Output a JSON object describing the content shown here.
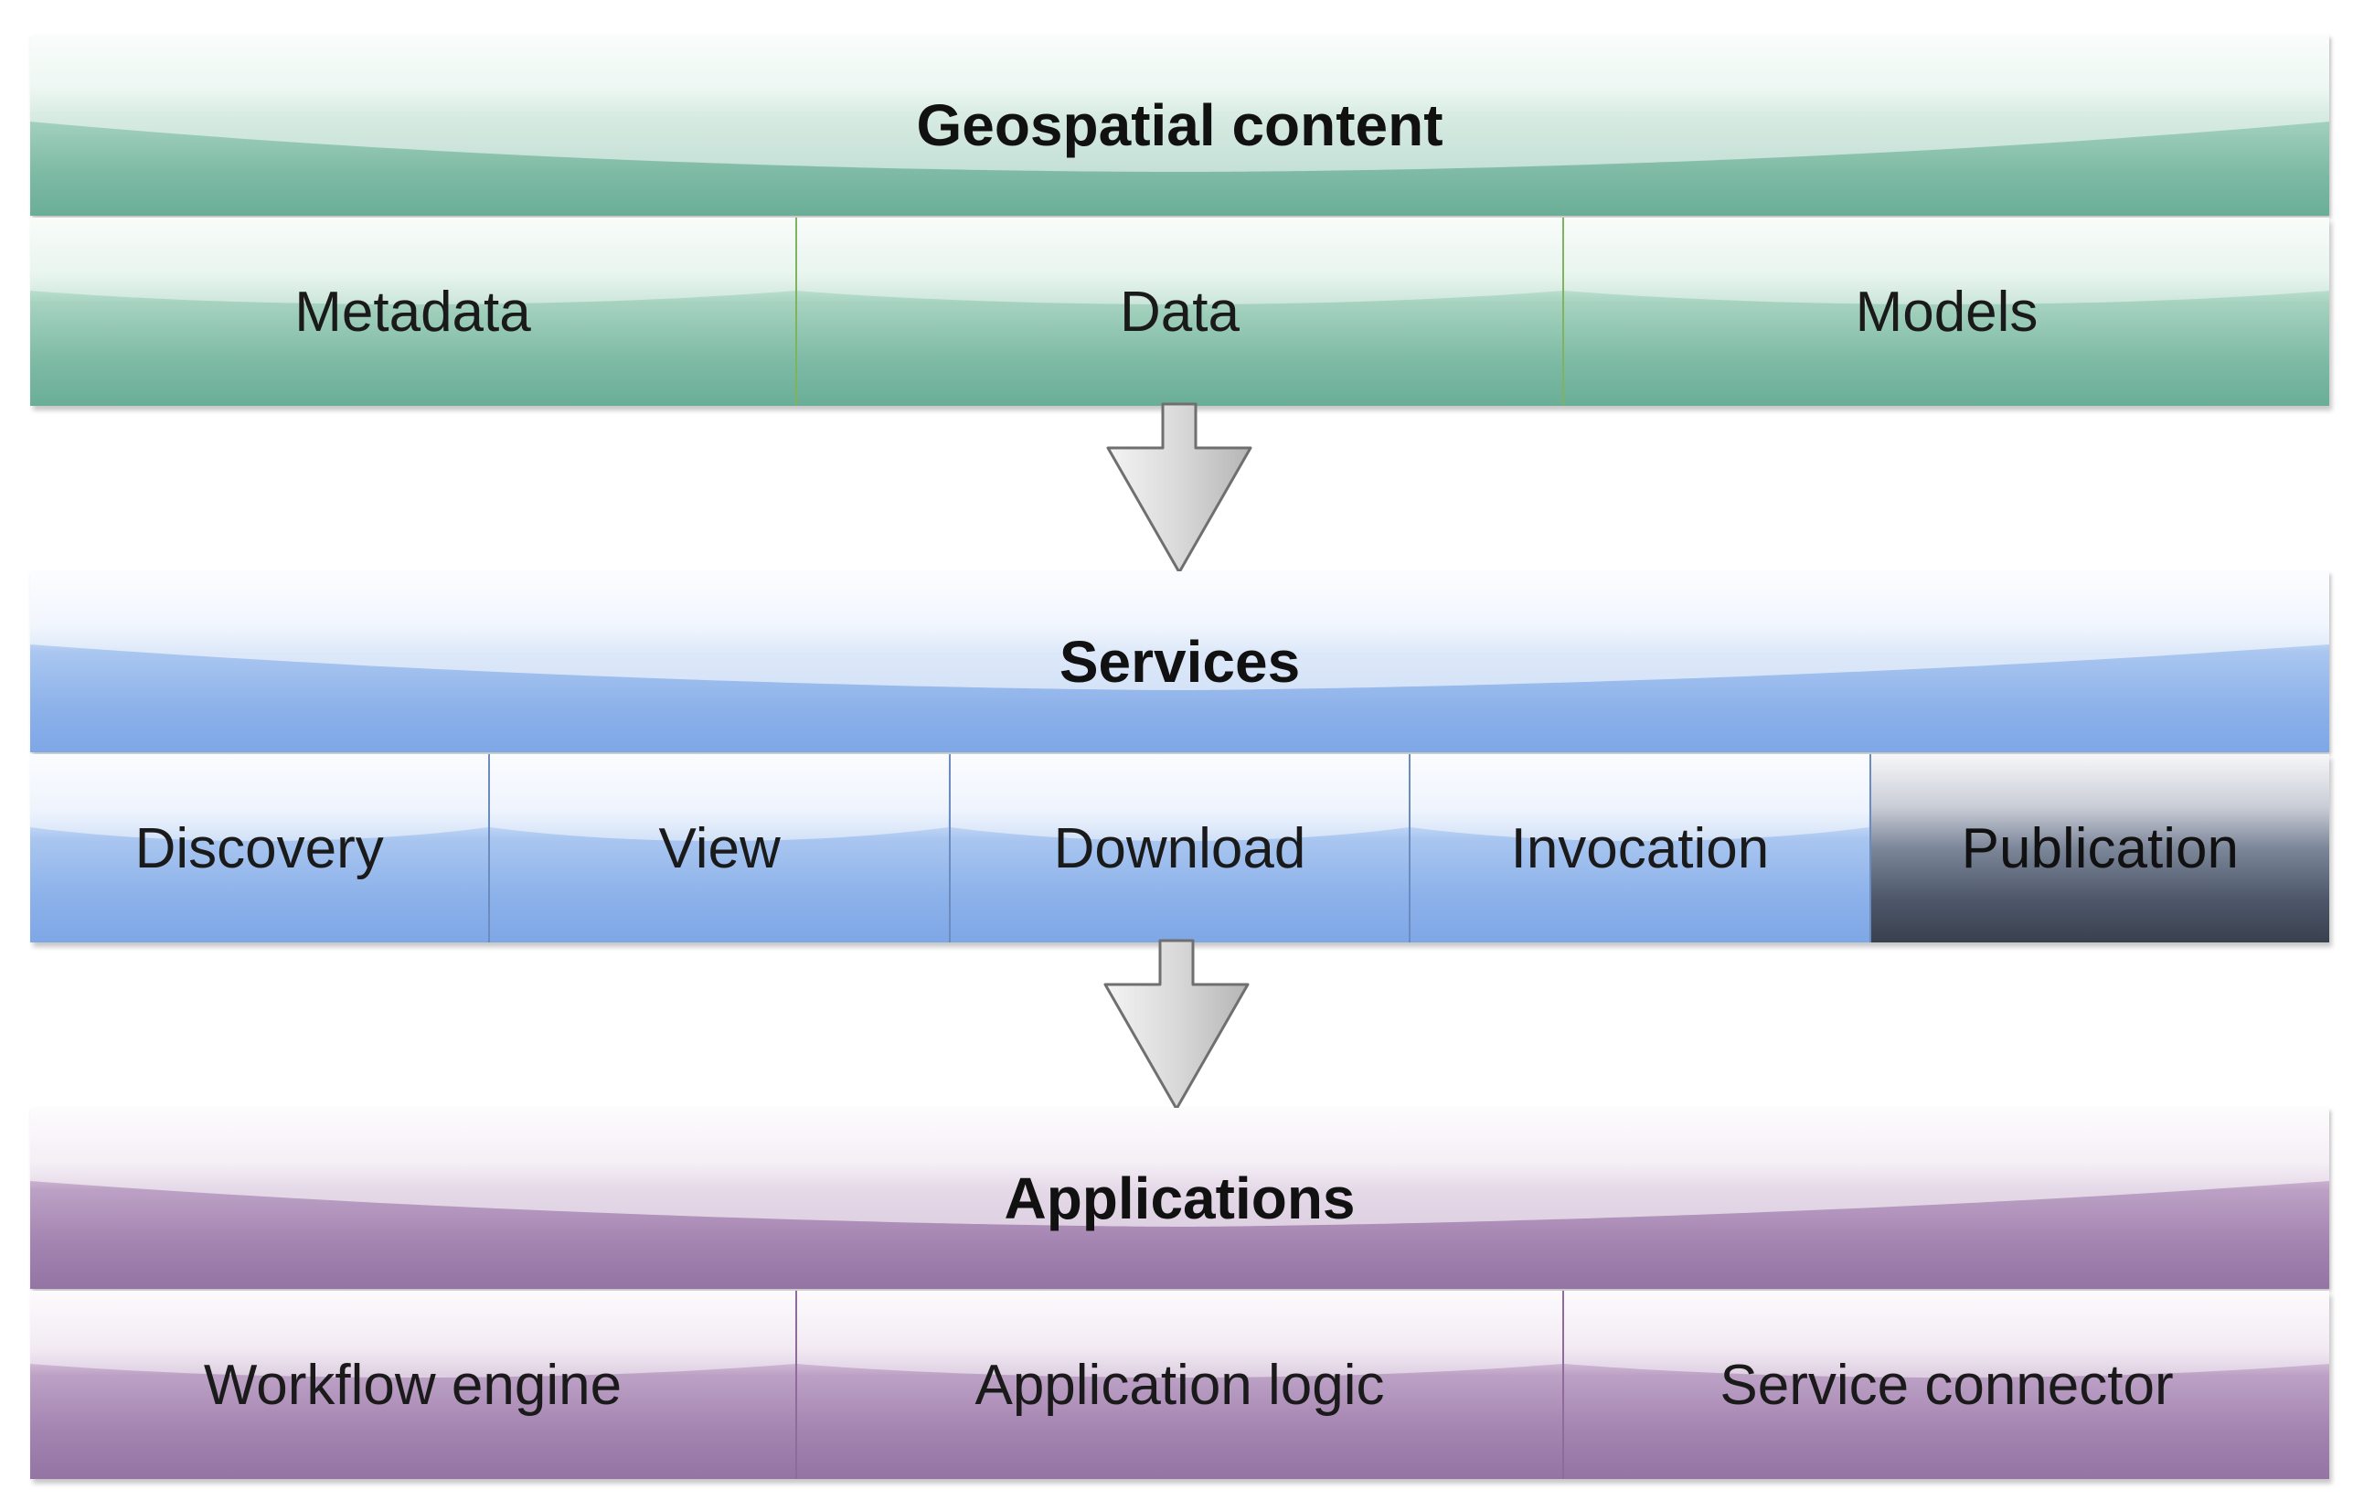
{
  "layers": [
    {
      "id": "geospatial-content",
      "title": "Geospatial content",
      "color": "#7fbba6",
      "items": [
        "Metadata",
        "Data",
        "Models"
      ]
    },
    {
      "id": "services",
      "title": "Services",
      "color": "#8db2ea",
      "items": [
        "Discovery",
        "View",
        "Download",
        "Invocation",
        "Publication"
      ],
      "highlighted_item": "Publication",
      "highlight_color": "#4d5669"
    },
    {
      "id": "applications",
      "title": "Applications",
      "color": "#a383b0",
      "items": [
        "Workflow engine",
        "Application logic",
        "Service connector"
      ]
    }
  ],
  "connectors": [
    {
      "from": "geospatial-content",
      "to": "services",
      "icon": "down-arrow-icon"
    },
    {
      "from": "services",
      "to": "applications",
      "icon": "down-arrow-icon"
    }
  ]
}
